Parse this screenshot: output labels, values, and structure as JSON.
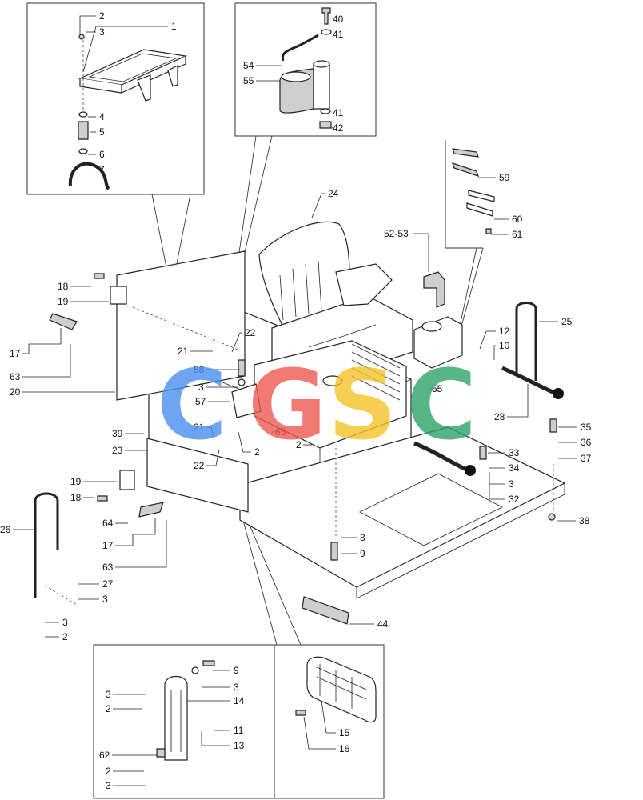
{
  "watermark": {
    "text": "CGSC",
    "colors": [
      "#4a8ef0",
      "#ee5a52",
      "#f5c226",
      "#2fa36a"
    ]
  },
  "callouts": [
    {
      "id": "c2a",
      "text": "2"
    },
    {
      "id": "c3a",
      "text": "3"
    },
    {
      "id": "c1",
      "text": "1"
    },
    {
      "id": "c4",
      "text": "4"
    },
    {
      "id": "c5",
      "text": "5"
    },
    {
      "id": "c6",
      "text": "6"
    },
    {
      "id": "c7",
      "text": "7"
    },
    {
      "id": "c40",
      "text": "40"
    },
    {
      "id": "c41a",
      "text": "41"
    },
    {
      "id": "c54",
      "text": "54"
    },
    {
      "id": "c55",
      "text": "55"
    },
    {
      "id": "c41b",
      "text": "41"
    },
    {
      "id": "c42",
      "text": "42"
    },
    {
      "id": "c24",
      "text": "24"
    },
    {
      "id": "c59",
      "text": "59"
    },
    {
      "id": "c60",
      "text": "60"
    },
    {
      "id": "c61",
      "text": "61"
    },
    {
      "id": "c5253",
      "text": "52-53"
    },
    {
      "id": "c25",
      "text": "25"
    },
    {
      "id": "c12",
      "text": "12"
    },
    {
      "id": "c10",
      "text": "10"
    },
    {
      "id": "c65a",
      "text": "65"
    },
    {
      "id": "c28",
      "text": "28"
    },
    {
      "id": "c35",
      "text": "35"
    },
    {
      "id": "c36",
      "text": "36"
    },
    {
      "id": "c37",
      "text": "37"
    },
    {
      "id": "c33",
      "text": "33"
    },
    {
      "id": "c34",
      "text": "34"
    },
    {
      "id": "c3b",
      "text": "3"
    },
    {
      "id": "c32",
      "text": "32"
    },
    {
      "id": "c38",
      "text": "38"
    },
    {
      "id": "c18a",
      "text": "18"
    },
    {
      "id": "c19a",
      "text": "19"
    },
    {
      "id": "c17a",
      "text": "17"
    },
    {
      "id": "c63a",
      "text": "63"
    },
    {
      "id": "c20",
      "text": "20"
    },
    {
      "id": "c21a",
      "text": "21"
    },
    {
      "id": "c22a",
      "text": "22"
    },
    {
      "id": "c58",
      "text": "58"
    },
    {
      "id": "c3c",
      "text": "3"
    },
    {
      "id": "c57",
      "text": "57"
    },
    {
      "id": "c65b",
      "text": "65"
    },
    {
      "id": "c2b",
      "text": "2"
    },
    {
      "id": "c39",
      "text": "39"
    },
    {
      "id": "c23",
      "text": "23"
    },
    {
      "id": "c21b",
      "text": "21"
    },
    {
      "id": "c22b",
      "text": "22"
    },
    {
      "id": "c2c",
      "text": "2"
    },
    {
      "id": "c19b",
      "text": "19"
    },
    {
      "id": "c18b",
      "text": "18"
    },
    {
      "id": "c64",
      "text": "64"
    },
    {
      "id": "c17b",
      "text": "17"
    },
    {
      "id": "c63b",
      "text": "63"
    },
    {
      "id": "c26",
      "text": "26"
    },
    {
      "id": "c27",
      "text": "27"
    },
    {
      "id": "c3d",
      "text": "3"
    },
    {
      "id": "c3e",
      "text": "3"
    },
    {
      "id": "c2d",
      "text": "2"
    },
    {
      "id": "c3f",
      "text": "3"
    },
    {
      "id": "c9a",
      "text": "9"
    },
    {
      "id": "c44",
      "text": "44"
    },
    {
      "id": "c9b",
      "text": "9"
    },
    {
      "id": "c3g",
      "text": "3"
    },
    {
      "id": "c3h",
      "text": "3"
    },
    {
      "id": "c2e",
      "text": "2"
    },
    {
      "id": "c14",
      "text": "14"
    },
    {
      "id": "c11",
      "text": "11"
    },
    {
      "id": "c13",
      "text": "13"
    },
    {
      "id": "c62",
      "text": "62"
    },
    {
      "id": "c2f",
      "text": "2"
    },
    {
      "id": "c3i",
      "text": "3"
    },
    {
      "id": "c15",
      "text": "15"
    },
    {
      "id": "c16",
      "text": "16"
    }
  ]
}
